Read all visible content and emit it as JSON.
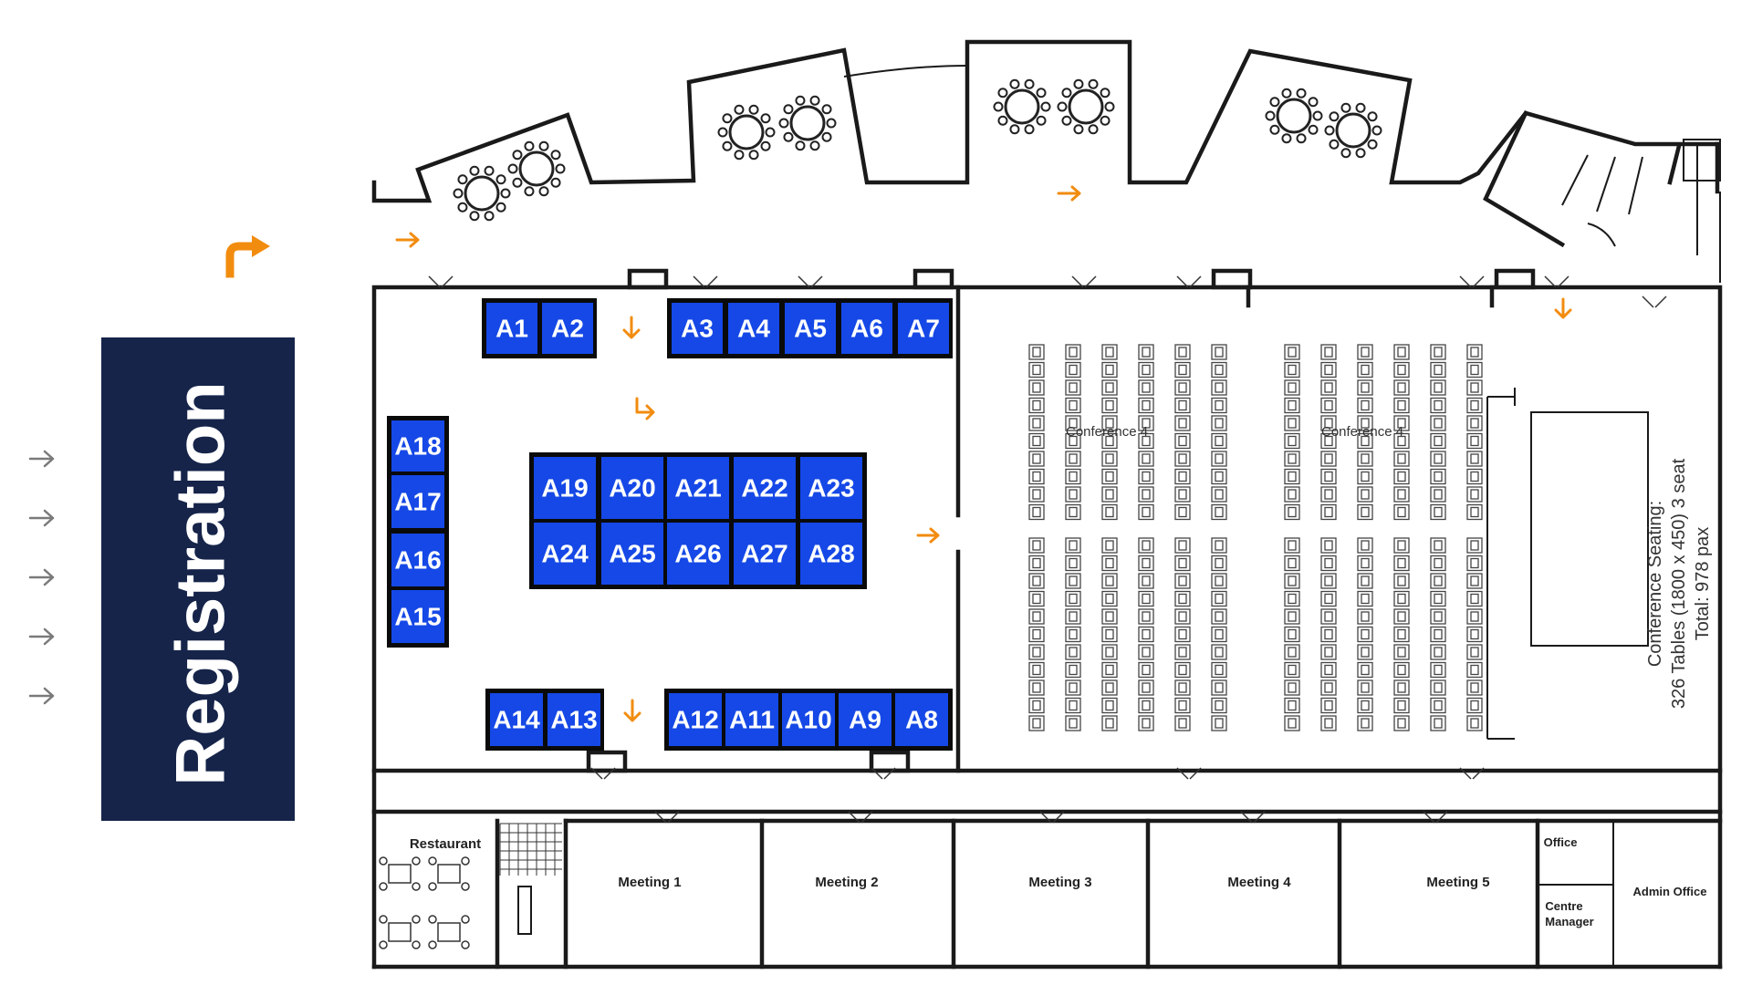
{
  "registration": {
    "label": "Registration"
  },
  "booths": [
    {
      "id": "A1"
    },
    {
      "id": "A2"
    },
    {
      "id": "A3"
    },
    {
      "id": "A4"
    },
    {
      "id": "A5"
    },
    {
      "id": "A6"
    },
    {
      "id": "A7"
    },
    {
      "id": "A8"
    },
    {
      "id": "A9"
    },
    {
      "id": "A10"
    },
    {
      "id": "A11"
    },
    {
      "id": "A12"
    },
    {
      "id": "A13"
    },
    {
      "id": "A14"
    },
    {
      "id": "A15"
    },
    {
      "id": "A16"
    },
    {
      "id": "A17"
    },
    {
      "id": "A18"
    },
    {
      "id": "A19"
    },
    {
      "id": "A20"
    },
    {
      "id": "A21"
    },
    {
      "id": "A22"
    },
    {
      "id": "A23"
    },
    {
      "id": "A24"
    },
    {
      "id": "A25"
    },
    {
      "id": "A26"
    },
    {
      "id": "A27"
    },
    {
      "id": "A28"
    }
  ],
  "rooms": {
    "restaurant": "Restaurant",
    "meeting1": "Meeting 1",
    "meeting2": "Meeting 2",
    "meeting3": "Meeting 3",
    "meeting4": "Meeting 4",
    "meeting5": "Meeting 5",
    "office": "Office",
    "centre_manager_line1": "Centre",
    "centre_manager_line2": "Manager",
    "admin_office": "Admin Office"
  },
  "conference": {
    "hall_a_label": "Conference 4",
    "hall_b_label": "Conference 4",
    "seating_line1": "Conference Seating:",
    "seating_line2": "326 Tables (1800 x 450) 3 seat",
    "seating_line3": "Total: 978 pax"
  },
  "colors": {
    "booth_fill": "#1548e6",
    "registration_bg": "#16244a",
    "arrow_orange": "#f28c0f",
    "arrow_grey": "#7a7a7a"
  }
}
